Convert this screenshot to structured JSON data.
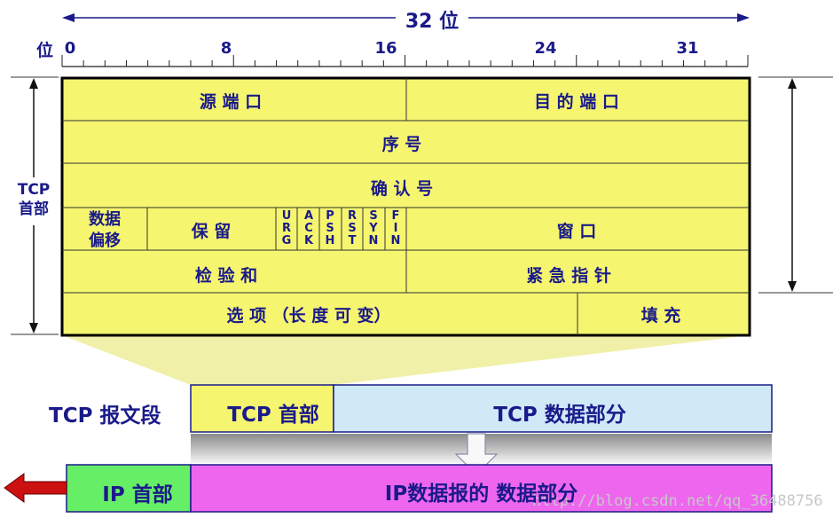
{
  "header": {
    "width_label": "32 位",
    "bit_label": "位",
    "bit_ticks": [
      "0",
      "8",
      "16",
      "24",
      "31"
    ]
  },
  "side": {
    "tcp_header_line1": "TCP",
    "tcp_header_line2": "首部"
  },
  "rows": {
    "src_port": "源 端 口",
    "dst_port": "目 的 端 口",
    "seq": "序 号",
    "ack_num": "确 认 号",
    "data_offset_line1": "数据",
    "data_offset_line2": "偏移",
    "reserved": "保 留",
    "flags": [
      "URG",
      "ACK",
      "PSH",
      "RST",
      "SYN",
      "FIN"
    ],
    "window": "窗 口",
    "checksum": "检 验 和",
    "urgent_ptr": "紧 急 指 针",
    "options": "选 项 （长 度 可 变）",
    "padding": "填 充"
  },
  "segment": {
    "label": "TCP 报文段",
    "header": "TCP 首部",
    "data": "TCP 数据部分"
  },
  "datagram": {
    "header": "IP 首部",
    "data": "IP数据报的 数据部分"
  },
  "watermark": "http://blog.csdn.net/qq_36488756",
  "colors": {
    "field_yellow": "#f5f570",
    "text_navy": "#1a1a8a",
    "tcp_data_blue": "#cfe9f7",
    "ip_header_green": "#66ee66",
    "ip_data_magenta": "#ee66ee",
    "arrow_red": "#cc1111"
  }
}
